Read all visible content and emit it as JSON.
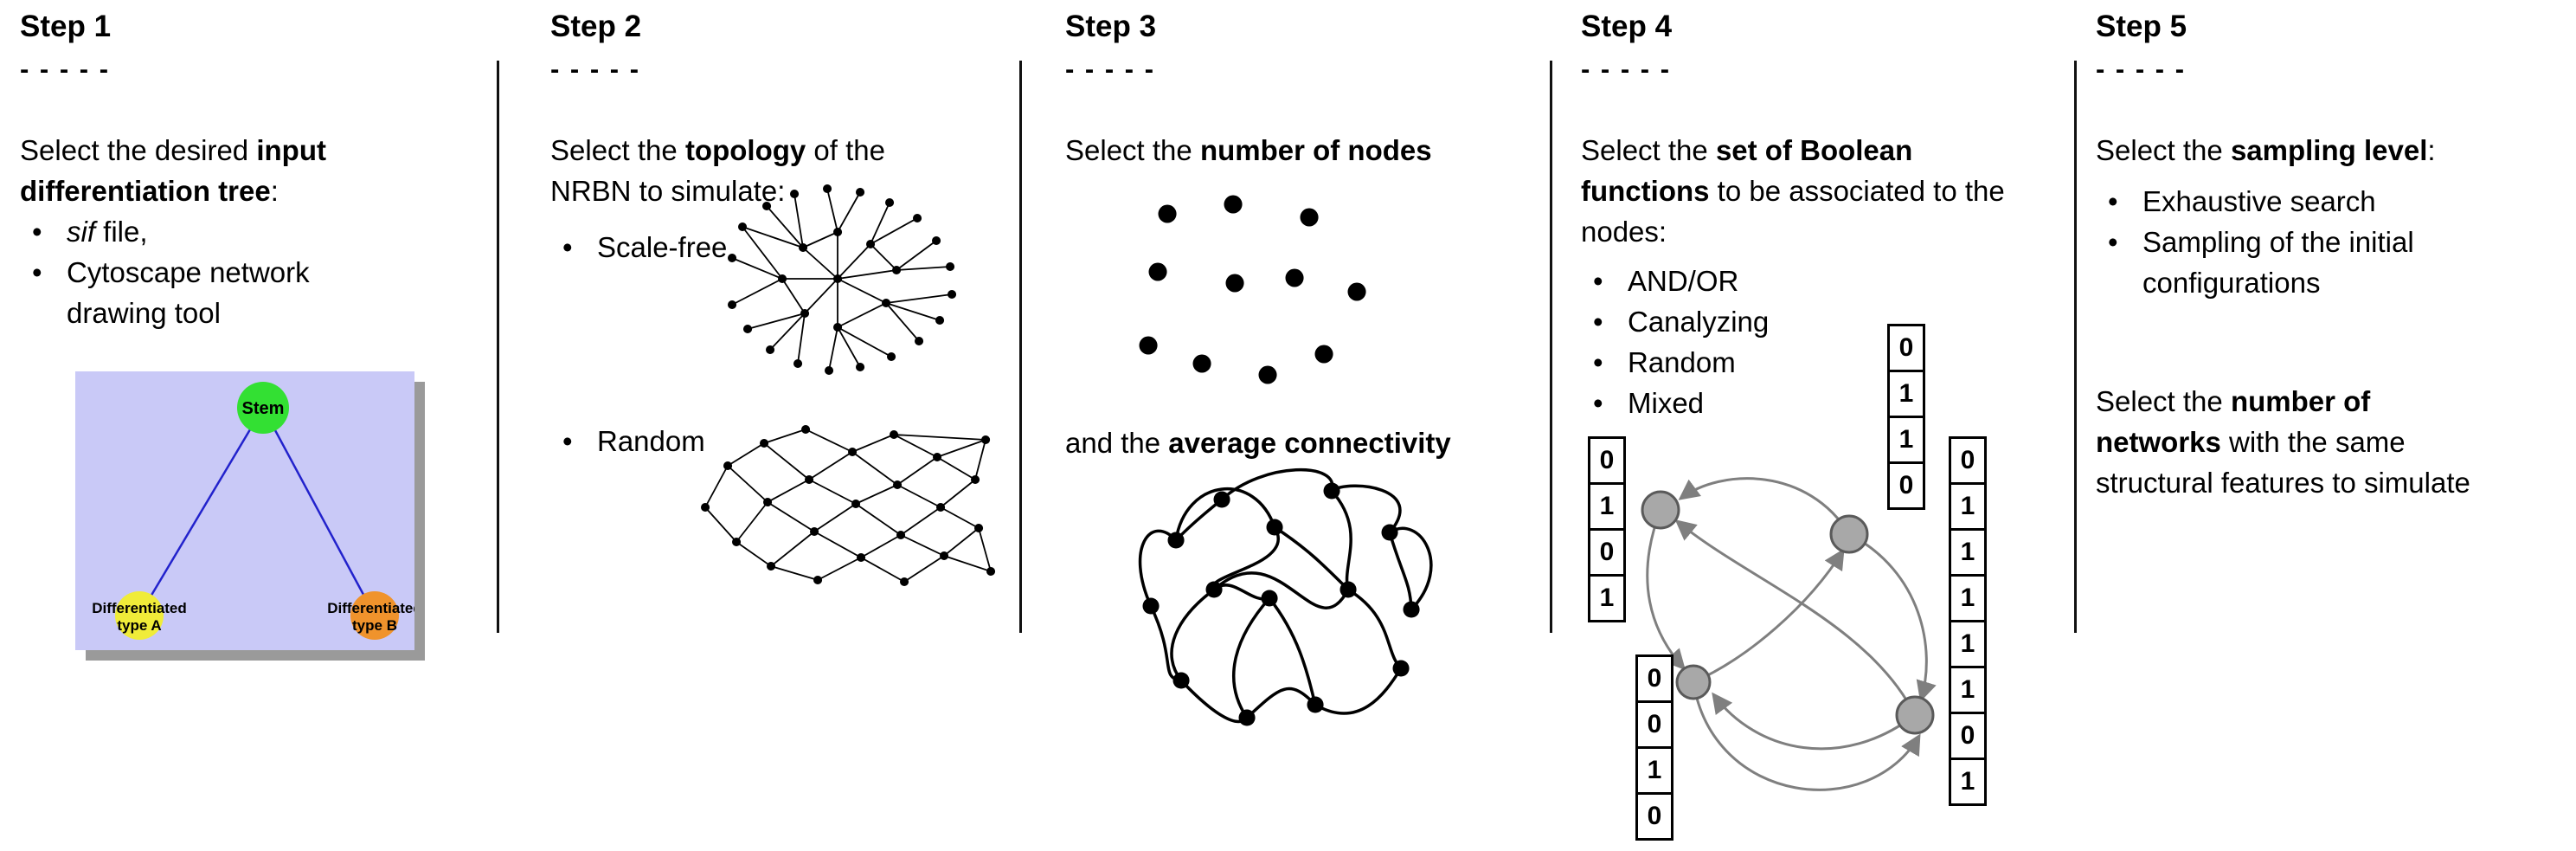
{
  "figure": {
    "background": "#ffffff",
    "colors": {
      "tree_box": "#c9c9f7",
      "tree_box_shadow": "#9a9a9a",
      "stem_green": "#33e033",
      "type_a_yellow": "#f0ec39",
      "type_b_orange": "#f0932c",
      "tree_edge_blue": "#2222cc",
      "network_black": "#000000",
      "bool_node_gray": "#a8a8a8",
      "bool_arrow_gray": "#7f7f7f"
    }
  },
  "steps": [
    {
      "title": "Step 1",
      "dashes": "- - - - -",
      "p1": {
        "pre": "Select the desired ",
        "bold": "input differentiation tree",
        "post": ":"
      },
      "bullets": [
        {
          "italic": "sif",
          "rest": " file,"
        },
        {
          "italic": "",
          "rest": "Cytoscape network drawing tool"
        }
      ],
      "tree": {
        "stem_label": "Stem",
        "node_a_line1": "Differentiated",
        "node_a_line2": "type A",
        "node_b_line1": "Differentiated",
        "node_b_line2": "type B"
      }
    },
    {
      "title": "Step 2",
      "dashes": "- - - - -",
      "p1": {
        "pre": "Select the ",
        "bold": "topology",
        "post": " of the NRBN to simulate:"
      },
      "bullets": [
        "Scale-free",
        "Random"
      ]
    },
    {
      "title": "Step 3",
      "dashes": "- - - - -",
      "p1": {
        "pre": "Select the ",
        "bold": "number of nodes",
        "post": ""
      },
      "p2": {
        "pre": "and the ",
        "bold": "average connectivity",
        "post": ""
      }
    },
    {
      "title": "Step 4",
      "dashes": "- - - - -",
      "p1": {
        "pre": "Select the ",
        "bold": "set of Boolean functions",
        "post": " to be associated to the nodes:"
      },
      "bullets": [
        "AND/OR",
        "Canalyzing",
        "Random",
        "Mixed"
      ],
      "truth_tables": {
        "left": [
          "0",
          "1",
          "0",
          "1"
        ],
        "top": [
          "0",
          "1",
          "1",
          "0"
        ],
        "bottom_left": [
          "0",
          "0",
          "1",
          "0"
        ],
        "right": [
          "0",
          "1",
          "1",
          "1",
          "1",
          "1",
          "0",
          "1"
        ]
      }
    },
    {
      "title": "Step 5",
      "dashes": "- - - - -",
      "p1": {
        "pre": "Select the ",
        "bold": "sampling level",
        "post": ":"
      },
      "bullets": [
        "Exhaustive search",
        "Sampling of the initial configurations"
      ],
      "p2": {
        "pre": "Select the ",
        "bold": "number of networks",
        "post": " with the same structural features to simulate"
      }
    }
  ]
}
